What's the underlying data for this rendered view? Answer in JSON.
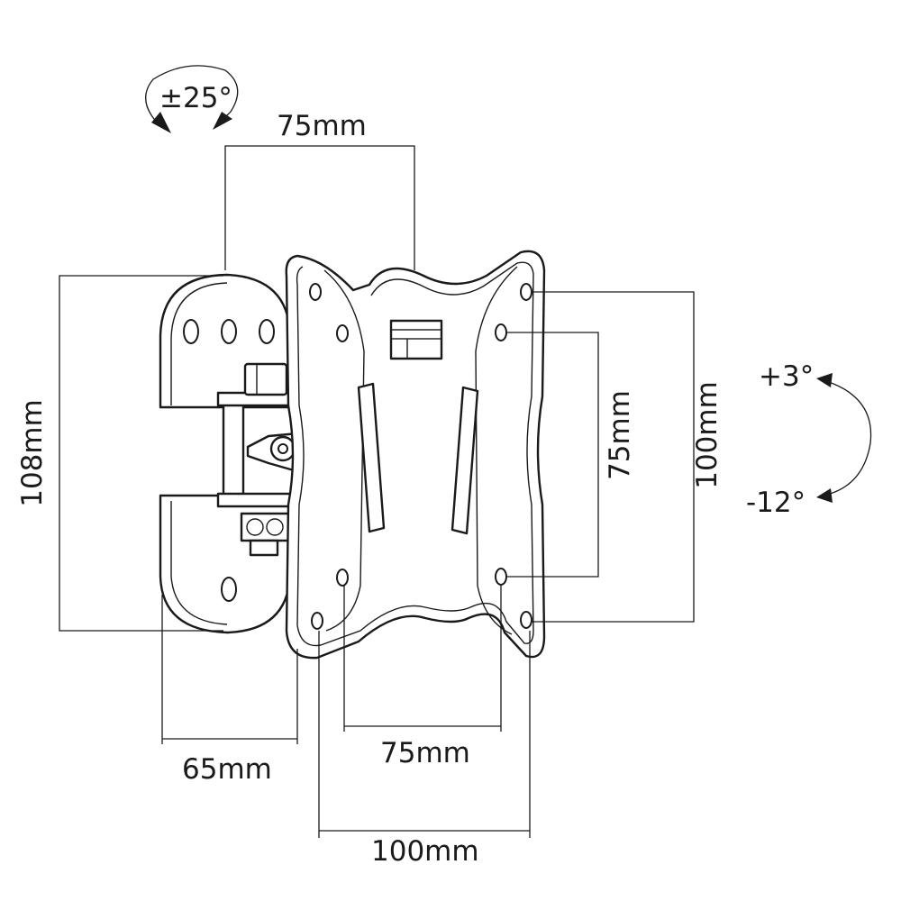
{
  "swivel": {
    "label": "±25°"
  },
  "tilt": {
    "up_label": "+3°",
    "down_label": "-12°"
  },
  "dimensions": {
    "arm_hole_spacing": "75mm",
    "arm_height": "108mm",
    "wall_depth": "65mm",
    "vesa_small_horizontal": "75mm",
    "vesa_large_horizontal": "100mm",
    "vesa_small_vertical": "75mm",
    "vesa_large_vertical": "100mm"
  }
}
